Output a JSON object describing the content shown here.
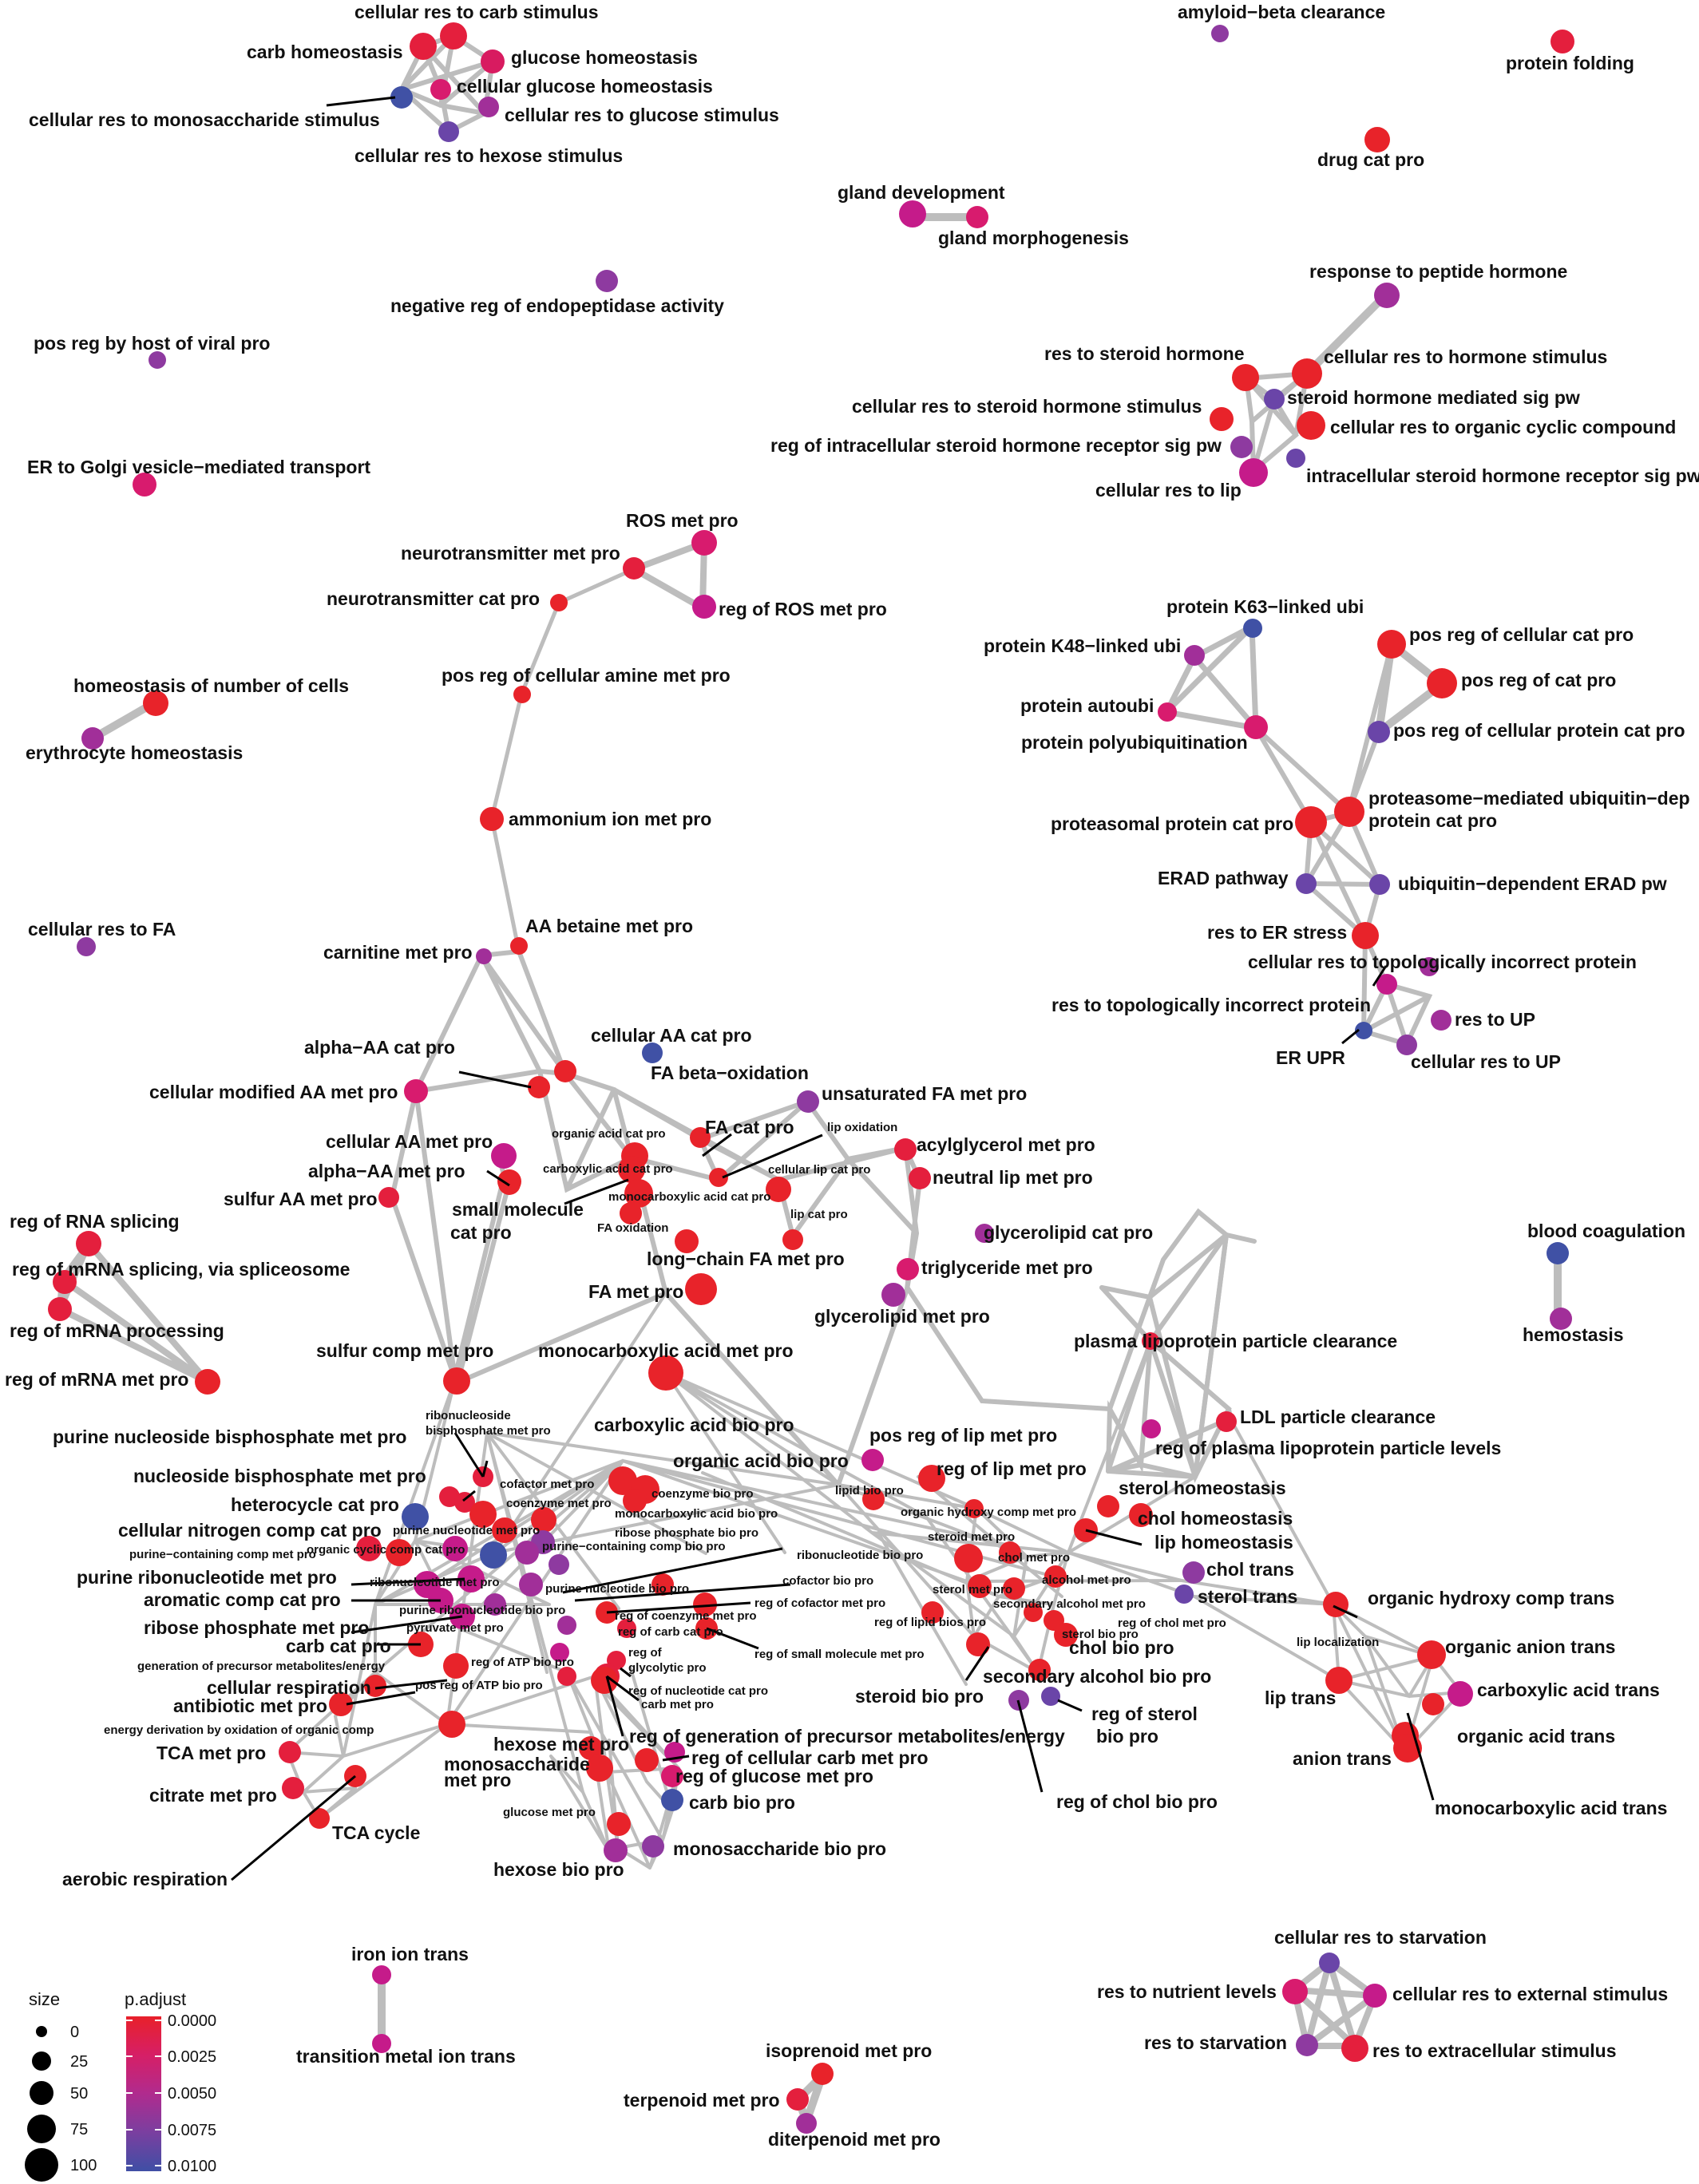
{
  "legend": {
    "size_title": "size",
    "size_values": [
      "0",
      "25",
      "50",
      "75",
      "100"
    ],
    "color_title": "p.adjust",
    "color_ticks": [
      "0.0000",
      "0.0025",
      "0.0050",
      "0.0075",
      "0.0100"
    ],
    "gradient": [
      "#e8202a",
      "#d61f66",
      "#b02b8e",
      "#7a3fa0",
      "#3f4fa5"
    ]
  },
  "colors": {
    "red": "#e8232a",
    "crimson": "#e41f3d",
    "pink": "#d81b6e",
    "magenta": "#c51b8a",
    "purple": "#8e3aa0",
    "violet": "#6a45a8",
    "blue": "#4051a5",
    "edge": "#bdbdbd"
  },
  "nodes": {
    "n1": "cellular res to carb stimulus",
    "n2": "carb homeostasis",
    "n3": "glucose homeostasis",
    "n4": "cellular glucose homeostasis",
    "n5": "cellular res to monosaccharide stimulus",
    "n6": "cellular res to glucose stimulus",
    "n7": "cellular res to hexose stimulus",
    "n8": "amyloid−beta clearance",
    "n9": "protein folding",
    "n10": "drug cat pro",
    "n11": "gland development",
    "n12": "gland morphogenesis",
    "n13": "response to peptide hormone",
    "n14": "res to steroid hormone",
    "n15": "cellular res to hormone stimulus",
    "n16": "steroid hormone mediated sig pw",
    "n17": "cellular res to steroid hormone stimulus",
    "n18": "cellular res to organic cyclic compound",
    "n19": "reg of intracellular steroid hormone receptor sig pw",
    "n20": "cellular res to lip",
    "n21": "intracellular steroid hormone receptor sig pw",
    "n22": "negative reg of endopeptidase activity",
    "n23": "pos reg by host of viral pro",
    "n24": "ER to Golgi vesicle−mediated transport",
    "n25": "ROS met pro",
    "n26": "neurotransmitter met pro",
    "n27": "neurotransmitter cat pro",
    "n28": "reg of ROS met pro",
    "n29": "pos reg of cellular amine met pro",
    "n30": "homeostasis of number of cells",
    "n31": "erythrocyte homeostasis",
    "n32": "ammonium ion met pro",
    "n33": "cellular res to FA",
    "n34": "AA betaine met pro",
    "n35": "carnitine met pro",
    "n36": "protein K63−linked ubi",
    "n37": "protein K48−linked ubi",
    "n38": "protein autoubi",
    "n39": "protein polyubiquitination",
    "n40": "pos reg of cellular cat pro",
    "n41": "pos reg of cat pro",
    "n42": "pos reg of cellular protein cat pro",
    "n43": "proteasomal protein cat pro",
    "n44a": "proteasome−mediated ubiquitin−dep",
    "n44b": "protein cat pro",
    "n45": "ERAD pathway",
    "n46": "ubiquitin−dependent ERAD pw",
    "n47": "res to ER stress",
    "n48": "cellular res to topologically incorrect protein",
    "n49": "res to topologically incorrect protein",
    "n50": "res to UP",
    "n51": "ER UPR",
    "n52": "cellular res to UP",
    "n53": "alpha−AA cat pro",
    "n54": "cellular AA cat pro",
    "n55": "FA beta−oxidation",
    "n56": "unsaturated FA met pro",
    "n57": "cellular modified AA met pro",
    "n58": "organic acid cat pro",
    "n59": "FA cat pro",
    "n60": "lip oxidation",
    "n61": "acylglycerol met pro",
    "n62": "cellular AA met pro",
    "n63": "carboxylic acid cat pro",
    "n64": "cellular lip cat pro",
    "n65": "alpha−AA met pro",
    "n66": "neutral lip met pro",
    "n67a": "small molecule",
    "n67b": "cat pro",
    "n68": "monocarboxylic acid cat pro",
    "n69": "lip cat pro",
    "n70": "sulfur AA met pro",
    "n71": "FA oxidation",
    "n72": "glycerolipid cat pro",
    "n73": "long−chain FA met pro",
    "n74": "triglyceride met pro",
    "n75": "FA met pro",
    "n76": "glycerolipid met pro",
    "n77": "blood coagulation",
    "n78": "hemostasis",
    "n79": "reg of RNA splicing",
    "n80": "reg of mRNA splicing, via spliceosome",
    "n81": "reg of mRNA processing",
    "n82": "reg of mRNA met pro",
    "n83": "sulfur comp met pro",
    "n84": "monocarboxylic acid met pro",
    "n85": "plasma lipoprotein particle clearance",
    "n86a": "ribonucleoside",
    "n86b": "bisphosphate met pro",
    "n87": "LDL particle clearance",
    "n88": "purine nucleoside bisphosphate met pro",
    "n89": "carboxylic acid bio pro",
    "n90": "reg of plasma lipoprotein particle levels",
    "n91": "pos reg of lip met pro",
    "n92": "nucleoside bisphosphate met pro",
    "n93": "organic acid bio pro",
    "n94": "reg of lip met pro",
    "n95": "cofactor met pro",
    "n96": "heterocycle cat pro",
    "n97": "coenzyme met pro",
    "n98": "coenzyme bio pro",
    "n99": "lipid bio pro",
    "n100": "sterol homeostasis",
    "n101": "monocarboxylic acid bio pro",
    "n102": "organic hydroxy comp met pro",
    "n103": "chol homeostasis",
    "n104": "cellular nitrogen comp cat pro",
    "n105": "purine nucleotide met pro",
    "n106": "ribose phosphate bio pro",
    "n107": "lip homeostasis",
    "n108": "purine−containing comp met pro",
    "n109": "organic cyclic comp cat pro",
    "n110": "purine−containing comp bio pro",
    "n111": "ribonucleotide bio pro",
    "n112": "steroid met pro",
    "n113": "chol met pro",
    "n114": "chol trans",
    "n115": "purine ribonucleotide met pro",
    "n116": "ribonucleotide met pro",
    "n117": "purine nucleotide bio pro",
    "n118": "cofactor bio pro",
    "n119": "alcohol met pro",
    "n120": "sterol trans",
    "n121": "organic hydroxy comp trans",
    "n122": "aromatic comp cat pro",
    "n123": "purine ribonucleotide bio pro",
    "n124": "reg of cofactor met pro",
    "n125": "sterol met pro",
    "n126": "secondary alcohol met pro",
    "n127": "ribose phosphate met pro",
    "n128": "reg of coenzyme met pro",
    "n129": "pyruvate met pro",
    "n130": "reg of lipid bios pro",
    "n131": "reg of chol met pro",
    "n132": "lip localization",
    "n133": "organic anion trans",
    "n134": "carb cat pro",
    "n135": "reg of carb cat pro",
    "n136": "reg of small molecule met pro",
    "n137": "sterol bio pro",
    "n138": "generation of precursor metabolites/energy",
    "n139": "reg of ATP bio pro",
    "n140": "reg of glycolytic pro",
    "n140a": "reg of",
    "n140b": "glycolytic pro",
    "n141": "chol bio pro",
    "n142": "cellular respiration",
    "n143": "reg of nucleotide cat pro",
    "n144": "carboxylic acid trans",
    "n145": "pos reg of ATP bio pro",
    "n146": "steroid bio pro",
    "n147": "secondary alcohol bio pro",
    "n148": "lip trans",
    "n149": "antibiotic met pro",
    "n150": "carb met pro",
    "n151a": "reg of sterol",
    "n151b": "bio pro",
    "n152": "energy derivation by oxidation of organic comp",
    "n153": "organic acid trans",
    "n154": "reg of generation of precursor metabolites/energy",
    "n155": "hexose met pro",
    "n156": "reg of cellular carb met pro",
    "n157": "TCA met pro",
    "n158a": "monosaccharide",
    "n158b": "met pro",
    "n159": "anion trans",
    "n160": "reg of glucose met pro",
    "n161": "reg of chol bio pro",
    "n162": "monocarboxylic acid trans",
    "n163": "citrate met pro",
    "n164": "carb bio pro",
    "n165": "TCA cycle",
    "n166": "glucose met pro",
    "n167": "monosaccharide bio pro",
    "n168": "hexose bio pro",
    "n169": "aerobic respiration",
    "n170": "cellular res to starvation",
    "n171": "iron ion trans",
    "n172": "res to nutrient levels",
    "n173": "cellular res to external stimulus",
    "n174": "res to starvation",
    "n175": "res to extracellular stimulus",
    "n176": "transition metal ion trans",
    "n177": "isoprenoid met pro",
    "n178": "terpenoid met pro",
    "n179": "diterpenoid met pro"
  }
}
